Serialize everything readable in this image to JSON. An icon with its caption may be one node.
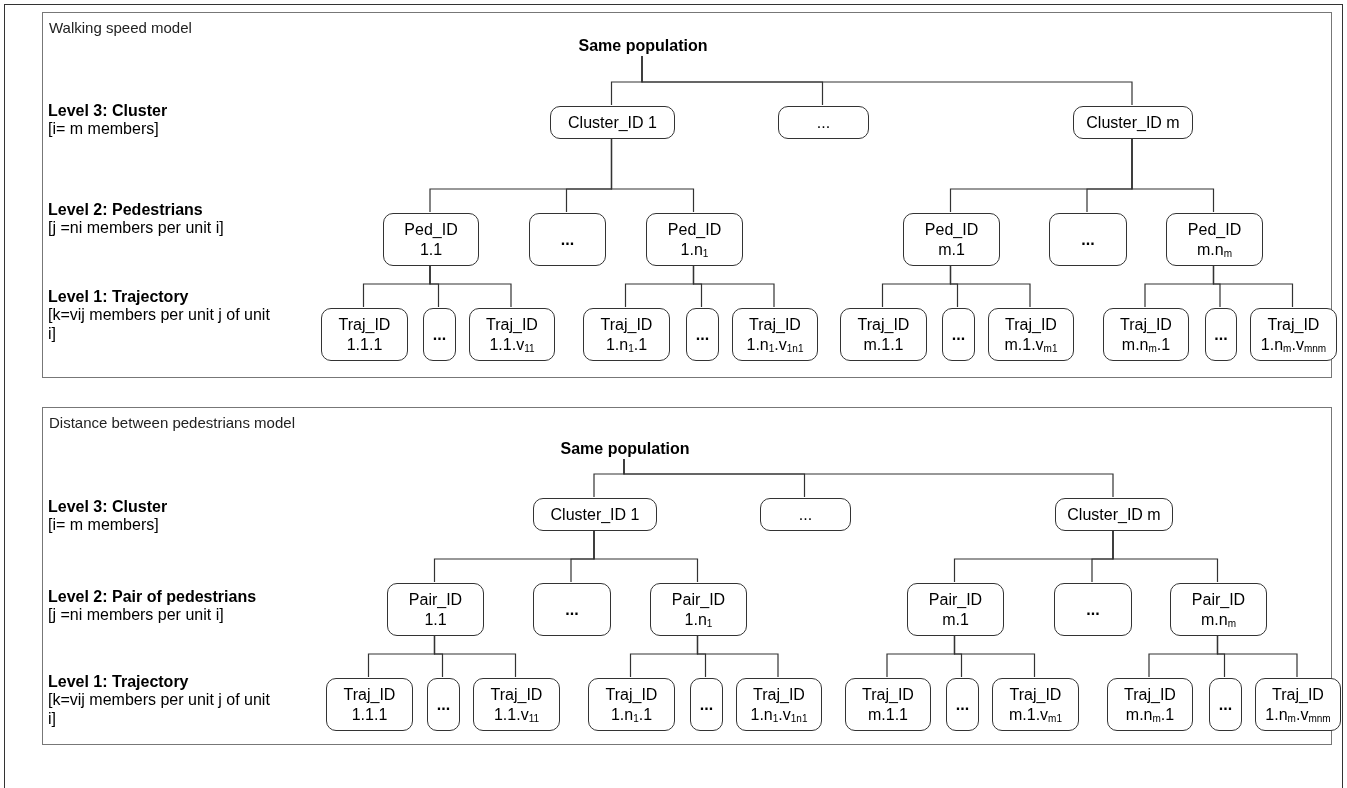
{
  "diagram": {
    "nodes": [
      {
        "text": [
          "Walking speed model"
        ]
      },
      {
        "text": [
          "Same population"
        ],
        "in": 0
      },
      {
        "text": [
          "Cluster_ID 1"
        ],
        "in": 0
      },
      {
        "text": [
          "..."
        ],
        "in": 0
      },
      {
        "text": [
          "Cluster_ID m"
        ],
        "in": 0
      },
      {
        "text": [
          "Ped_ID 1.1"
        ],
        "in": 0
      },
      {
        "text": [
          "..."
        ],
        "in": 0
      },
      {
        "text": [
          "Ped_ID 1.n$_{1}$"
        ],
        "in": 0
      },
      {
        "text": [
          "Ped_ID m.1"
        ],
        "in": 0
      },
      {
        "text": [
          "..."
        ],
        "in": 0
      },
      {
        "text": [
          "Ped_ID m.n$_{m}$"
        ],
        "in": 0
      },
      {
        "text": [
          "Traj_ID 1.1.1"
        ],
        "in": 0
      },
      {
        "text": [
          "..."
        ],
        "in": 0
      },
      {
        "text": [
          "Traj_ID 1.1.v$_{11}$"
        ],
        "in": 0
      },
      {
        "text": [
          "Traj_ID 1.n$_{1}$.1"
        ],
        "in": 0
      },
      {
        "text": [
          "..."
        ],
        "in": 0
      },
      {
        "text": [
          "Traj_ID 1.n$_{1}$.v$_{1n1}$"
        ],
        "in": 0
      },
      {
        "text": [
          "Traj_ID m.1.1"
        ],
        "in": 0
      },
      {
        "text": [
          "..."
        ],
        "in": 0
      },
      {
        "text": [
          "Traj_ID m.1.v$_{m1}$"
        ],
        "in": 0
      },
      {
        "text": [
          "Traj_ID m.n$_{m}$.1"
        ],
        "in": 0
      },
      {
        "text": [
          "..."
        ],
        "in": 0
      },
      {
        "text": [
          "Traj_ID 1.n$_{m}$.v$_{mnm}$"
        ],
        "in": 0
      },
      {
        "text": [
          "Distance between pedestrians model"
        ]
      },
      {
        "text": [
          "Same population"
        ],
        "in": 23
      },
      {
        "text": [
          "Cluster_ID 1"
        ],
        "in": 23
      },
      {
        "text": [
          "..."
        ],
        "in": 23
      },
      {
        "text": [
          "Cluster_ID m"
        ],
        "in": 23
      },
      {
        "text": [
          "Pair_ID 1.1"
        ],
        "in": 23
      },
      {
        "text": [
          "..."
        ],
        "in": 23
      },
      {
        "text": [
          "Pair_ID 1.n$_{1}$"
        ],
        "in": 23
      },
      {
        "text": [
          "Pair_ID m.1"
        ],
        "in": 23
      },
      {
        "text": [
          "..."
        ],
        "in": 23
      },
      {
        "text": [
          "Pair_ID m.n$_{m}$"
        ],
        "in": 23
      },
      {
        "text": [
          "Traj_ID 1.1.1"
        ],
        "in": 23
      },
      {
        "text": [
          "..."
        ],
        "in": 23
      },
      {
        "text": [
          "Traj_ID 1.1.v$_{11}$"
        ],
        "in": 23
      },
      {
        "text": [
          "Traj_ID 1.n$_{1}$.1"
        ],
        "in": 23
      },
      {
        "text": [
          "..."
        ],
        "in": 23
      },
      {
        "text": [
          "Traj_ID 1.n$_{1}$.v$_{1n1}$"
        ],
        "in": 23
      },
      {
        "text": [
          "Traj_ID m.1.1"
        ],
        "in": 23
      },
      {
        "text": [
          "..."
        ],
        "in": 23
      },
      {
        "text": [
          "Traj_ID m.1.v$_{m1}$"
        ],
        "in": 23
      },
      {
        "text": [
          "Traj_ID m.n$_{m}$.1"
        ],
        "in": 23
      },
      {
        "text": [
          "..."
        ],
        "in": 23
      },
      {
        "text": [
          "Traj_ID 1.n$_{m}$.v$_{mnm}$"
        ],
        "in": 23
      }
    ],
    "edges": [
      {
        "from": 1,
        "to": 2,
        "arrow": "none"
      },
      {
        "from": 1,
        "to": 3,
        "arrow": "none"
      },
      {
        "from": 1,
        "to": 4,
        "arrow": "none"
      },
      {
        "from": 2,
        "to": 5,
        "arrow": "none"
      },
      {
        "from": 2,
        "to": 6,
        "arrow": "none"
      },
      {
        "from": 2,
        "to": 7,
        "arrow": "none"
      },
      {
        "from": 4,
        "to": 8,
        "arrow": "none"
      },
      {
        "from": 4,
        "to": 9,
        "arrow": "none"
      },
      {
        "from": 4,
        "to": 10,
        "arrow": "none"
      },
      {
        "from": 5,
        "to": 11,
        "arrow": "none"
      },
      {
        "from": 5,
        "to": 12,
        "arrow": "none"
      },
      {
        "from": 5,
        "to": 13,
        "arrow": "none"
      },
      {
        "from": 7,
        "to": 14,
        "arrow": "none"
      },
      {
        "from": 7,
        "to": 15,
        "arrow": "none"
      },
      {
        "from": 7,
        "to": 16,
        "arrow": "none"
      },
      {
        "from": 8,
        "to": 17,
        "arrow": "none"
      },
      {
        "from": 8,
        "to": 18,
        "arrow": "none"
      },
      {
        "from": 8,
        "to": 19,
        "arrow": "none"
      },
      {
        "from": 10,
        "to": 20,
        "arrow": "none"
      },
      {
        "from": 10,
        "to": 21,
        "arrow": "none"
      },
      {
        "from": 10,
        "to": 22,
        "arrow": "none"
      },
      {
        "from": 24,
        "to": 25,
        "arrow": "none"
      },
      {
        "from": 24,
        "to": 26,
        "arrow": "none"
      },
      {
        "from": 24,
        "to": 27,
        "arrow": "none"
      },
      {
        "from": 25,
        "to": 28,
        "arrow": "none"
      },
      {
        "from": 25,
        "to": 29,
        "arrow": "none"
      },
      {
        "from": 25,
        "to": 30,
        "arrow": "none"
      },
      {
        "from": 27,
        "to": 31,
        "arrow": "none"
      },
      {
        "from": 27,
        "to": 32,
        "arrow": "none"
      },
      {
        "from": 27,
        "to": 33,
        "arrow": "none"
      },
      {
        "from": 28,
        "to": 34,
        "arrow": "none"
      },
      {
        "from": 28,
        "to": 35,
        "arrow": "none"
      },
      {
        "from": 28,
        "to": 36,
        "arrow": "none"
      },
      {
        "from": 30,
        "to": 37,
        "arrow": "none"
      },
      {
        "from": 30,
        "to": 38,
        "arrow": "none"
      },
      {
        "from": 30,
        "to": 39,
        "arrow": "none"
      },
      {
        "from": 31,
        "to": 40,
        "arrow": "none"
      },
      {
        "from": 31,
        "to": 41,
        "arrow": "none"
      },
      {
        "from": 31,
        "to": 42,
        "arrow": "none"
      },
      {
        "from": 33,
        "to": 43,
        "arrow": "none"
      },
      {
        "from": 33,
        "to": 44,
        "arrow": "none"
      },
      {
        "from": 33,
        "to": 45,
        "arrow": "none"
      }
    ],
    "labels": [
      "Level 3: Cluster",
      "[i= m members]",
      "Level 2: Pedestrians",
      "[j =ni members per unit i]",
      "Level 1: Trajectory",
      "[k=vij members per unit j of unit i]",
      "Level 3: Cluster",
      "[i= m members]",
      "Level 2: Pair of pedestrians",
      "[j =ni members per unit i]",
      "Level 1: Trajectory",
      "[k=vij members per unit j of unit i]"
    ]
  }
}
